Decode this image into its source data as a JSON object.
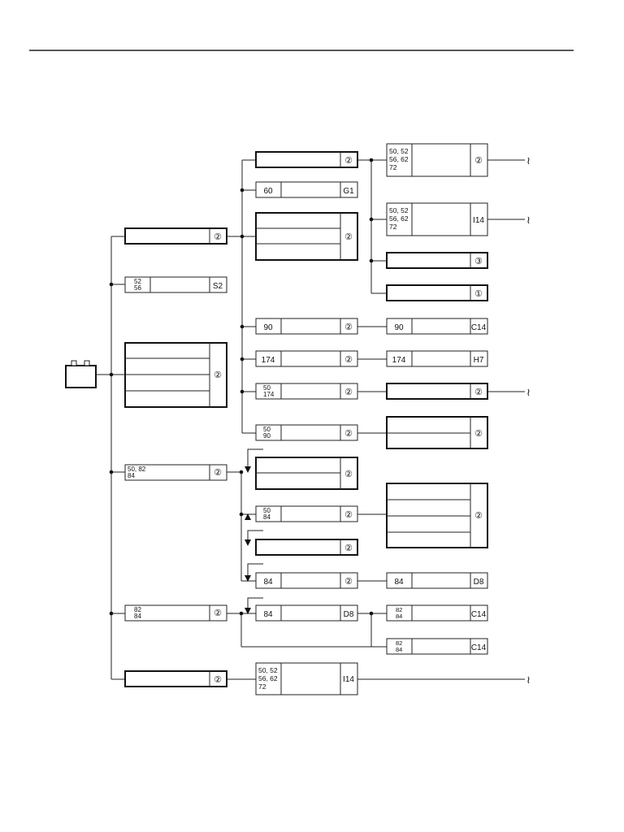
{
  "battery": {
    "icon": "battery-icon"
  },
  "symbols": {
    "circled_1": "①",
    "circled_2": "②",
    "circled_3": "③",
    "continuation": "≀"
  },
  "labels": {
    "g1_codes": "60",
    "g1_ref": "G1",
    "topA_codes": [
      "50, 52",
      "56, 62",
      "72"
    ],
    "topB_codes": [
      "50, 52",
      "56, 62",
      "72"
    ],
    "topB_ref": "I14",
    "s2_codes": [
      "52",
      "56"
    ],
    "s2_ref": "S2",
    "c14_left_codes": "90",
    "c14_right_codes": "90",
    "c14_ref": "C14",
    "h7_left_codes": "174",
    "h7_right_codes": "174",
    "h7_ref": "H7",
    "f50_174_codes": [
      "50",
      "174"
    ],
    "f50_90_codes": [
      "50",
      "90"
    ],
    "f50_82_84_codes": [
      "50, 82",
      "84"
    ],
    "f50_84_codes": [
      "50",
      "84"
    ],
    "d8_left_codes": "84",
    "d8_right_codes": "84",
    "d8_ref": "D8",
    "f82_84_codes": [
      "82",
      "84"
    ],
    "d8b_codes": "84",
    "d8b_ref": "D8",
    "c14b_codes": [
      "82",
      "84"
    ],
    "c14b_ref": "C14",
    "c14c_codes": [
      "82",
      "84"
    ],
    "c14c_ref": "C14",
    "i14b_codes": [
      "50, 52",
      "56, 62",
      "72"
    ],
    "i14b_ref": "I14"
  }
}
